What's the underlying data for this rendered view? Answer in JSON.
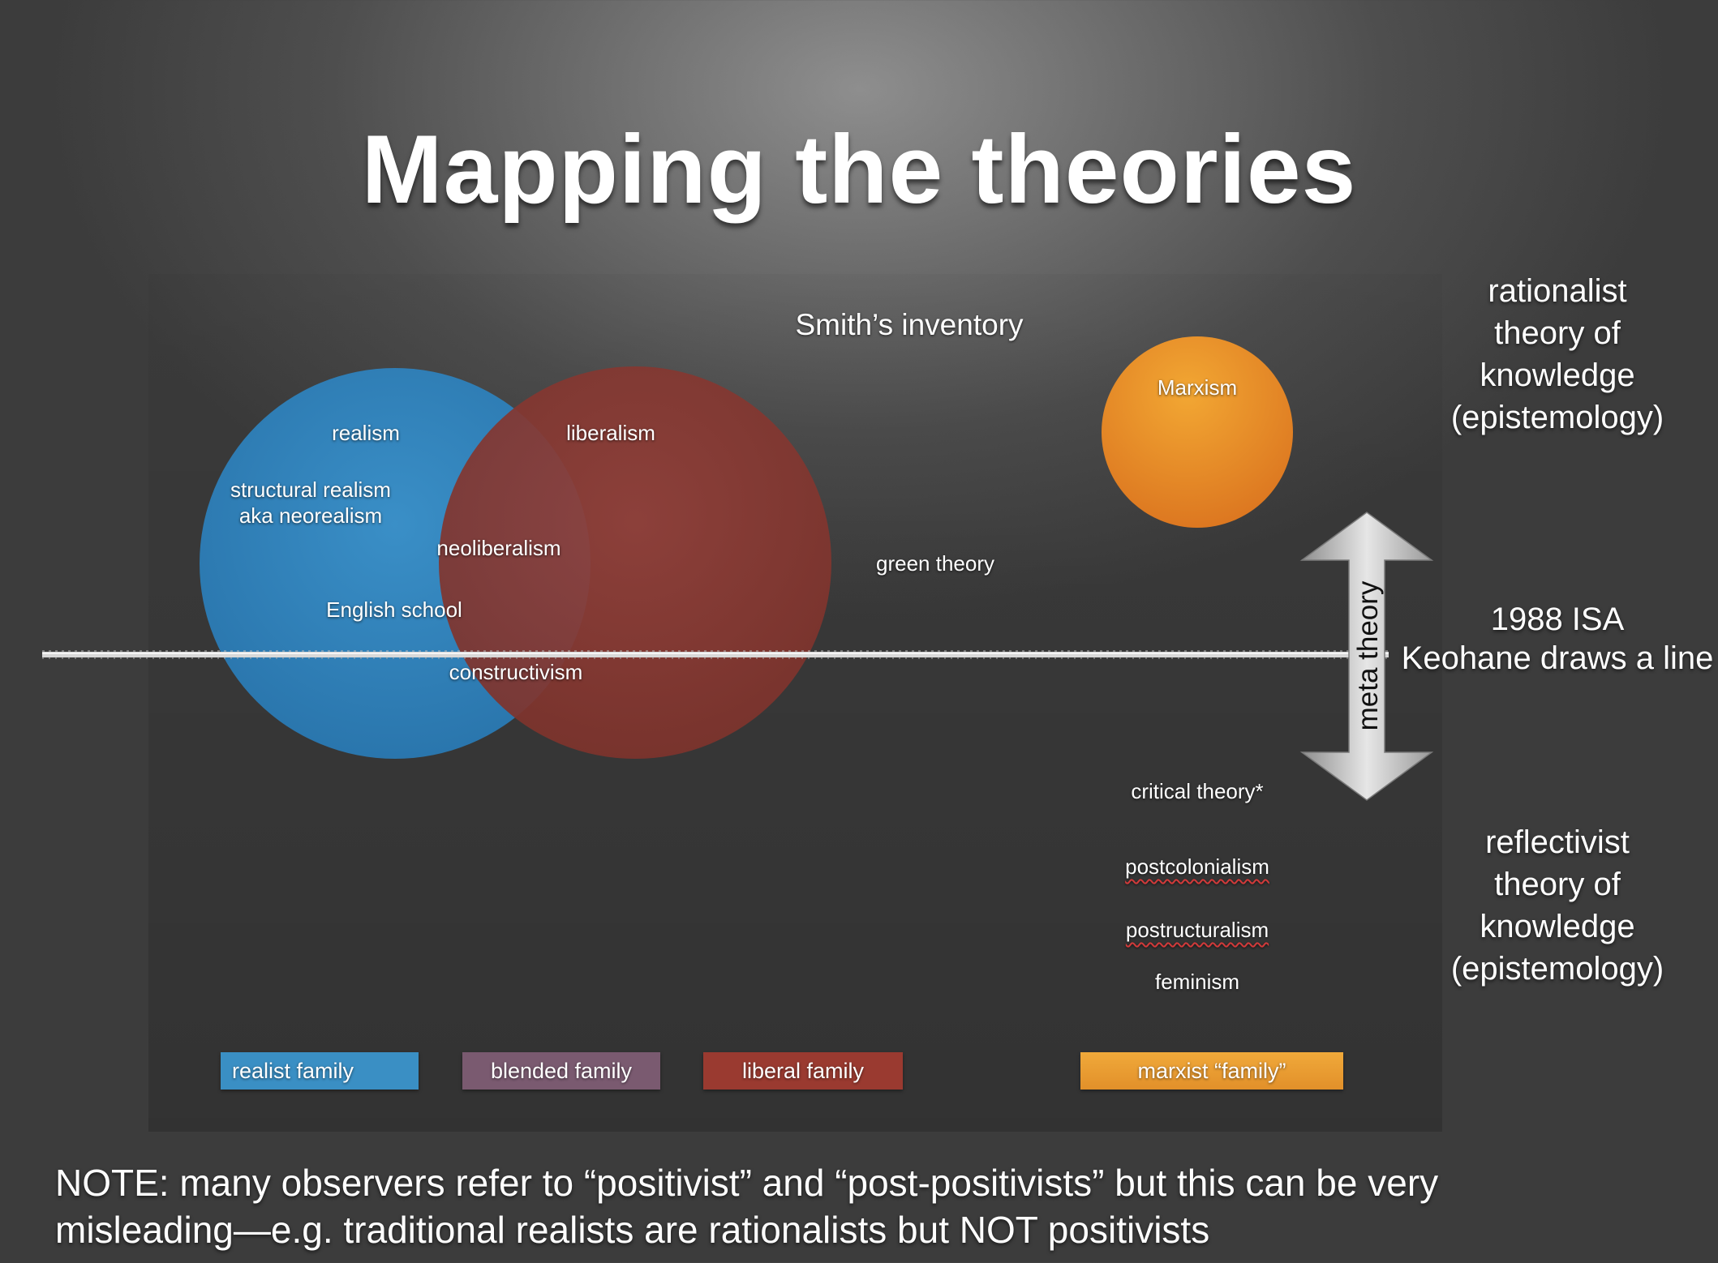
{
  "title": "Mapping the theories",
  "inventory_label": "Smith’s inventory",
  "circle_labels": {
    "realism": "realism",
    "structural_line1": "structural realism",
    "structural_line2": "aka neorealism",
    "liberalism": "liberalism",
    "neoliberalism": "neoliberalism",
    "english_school": "English school",
    "constructivism": "constructivism",
    "marxism": "Marxism"
  },
  "other_theories": {
    "green": "green theory",
    "critical": "critical theory*",
    "postcolonialism": "postcolonialism",
    "postructuralism": "postructuralism",
    "feminism": "feminism"
  },
  "arrow_label": "meta theory",
  "side_labels": {
    "top": [
      "rationalist",
      "theory of",
      "knowledge",
      "(epistemology)"
    ],
    "middle": [
      "1988 ISA",
      "Keohane draws a line"
    ],
    "bottom": [
      "reflectivist",
      "theory of",
      "knowledge",
      "(epistemology)"
    ]
  },
  "legend": [
    {
      "label": "realist family",
      "color": "#3a8fc4"
    },
    {
      "label": "blended family",
      "color": "#7a5a70"
    },
    {
      "label": "liberal family",
      "color": "#9a3a30"
    },
    {
      "label": "marxist “family”",
      "color": "#e59a2c"
    }
  ],
  "note": {
    "line1": "NOTE: many observers refer to “positivist” and “post-positivists” but this can be very",
    "line2": "misleading—e.g. traditional realists are rationalists but NOT positivists"
  },
  "colors": {
    "realist_blue": "#2f82bd",
    "liberal_red": "#8c3a32",
    "marxism_orange": "#e98e26"
  }
}
